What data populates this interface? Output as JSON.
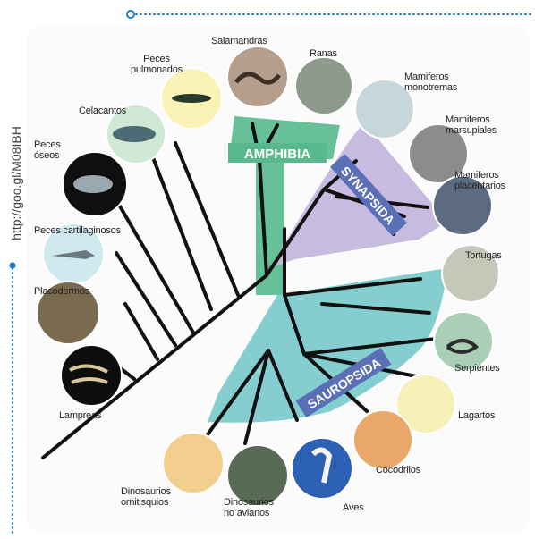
{
  "source_link": "http://goo.gl/M08IBH",
  "clades": {
    "amphibia": "AMPHIBIA",
    "synapsida": "SYNAPSIDA",
    "sauropsida": "SAUROPSIDA"
  },
  "taxa": [
    {
      "id": "salamandras",
      "line1": "Salamandras",
      "line2": ""
    },
    {
      "id": "ranas",
      "line1": "Ranas",
      "line2": ""
    },
    {
      "id": "peces-pulmonados",
      "line1": "Peces",
      "line2": "pulmonados"
    },
    {
      "id": "celacantos",
      "line1": "Celacantos",
      "line2": ""
    },
    {
      "id": "mamiferos-monotremas",
      "line1": "Mamiferos",
      "line2": "monotremas"
    },
    {
      "id": "mamiferos-marsupiales",
      "line1": "Mamiferos",
      "line2": "marsupiales"
    },
    {
      "id": "mamiferos-placentarios",
      "line1": "Mamiferos",
      "line2": "placentarios"
    },
    {
      "id": "peces-oseos",
      "line1": "Peces",
      "line2": "óseos"
    },
    {
      "id": "peces-cartilaginosos",
      "line1": "Peces cartilaginosos",
      "line2": ""
    },
    {
      "id": "tortugas",
      "line1": "Tortugas",
      "line2": ""
    },
    {
      "id": "placodermos",
      "line1": "Placodermos",
      "line2": ""
    },
    {
      "id": "serpientes",
      "line1": "Serpientes",
      "line2": ""
    },
    {
      "id": "lampreas",
      "line1": "Lampreas",
      "line2": ""
    },
    {
      "id": "lagartos",
      "line1": "Lagartos",
      "line2": ""
    },
    {
      "id": "cocodrilos",
      "line1": "Cocodrilos",
      "line2": ""
    },
    {
      "id": "dinosaurios-ornitisquios",
      "line1": "Dinosaurios",
      "line2": "ornitisquios"
    },
    {
      "id": "dinosaurios-no-avianos",
      "line1": "Dinosaurios",
      "line2": "no avianos"
    },
    {
      "id": "aves",
      "line1": "Aves",
      "line2": ""
    }
  ],
  "colors": {
    "amphibia": "#57b98c",
    "synapsida": "#c4b8de",
    "sauropsida": "#7ecbcc",
    "clade_banner": "#5a6fb6",
    "branch": "#111111",
    "accent": "#1f7bbf"
  }
}
